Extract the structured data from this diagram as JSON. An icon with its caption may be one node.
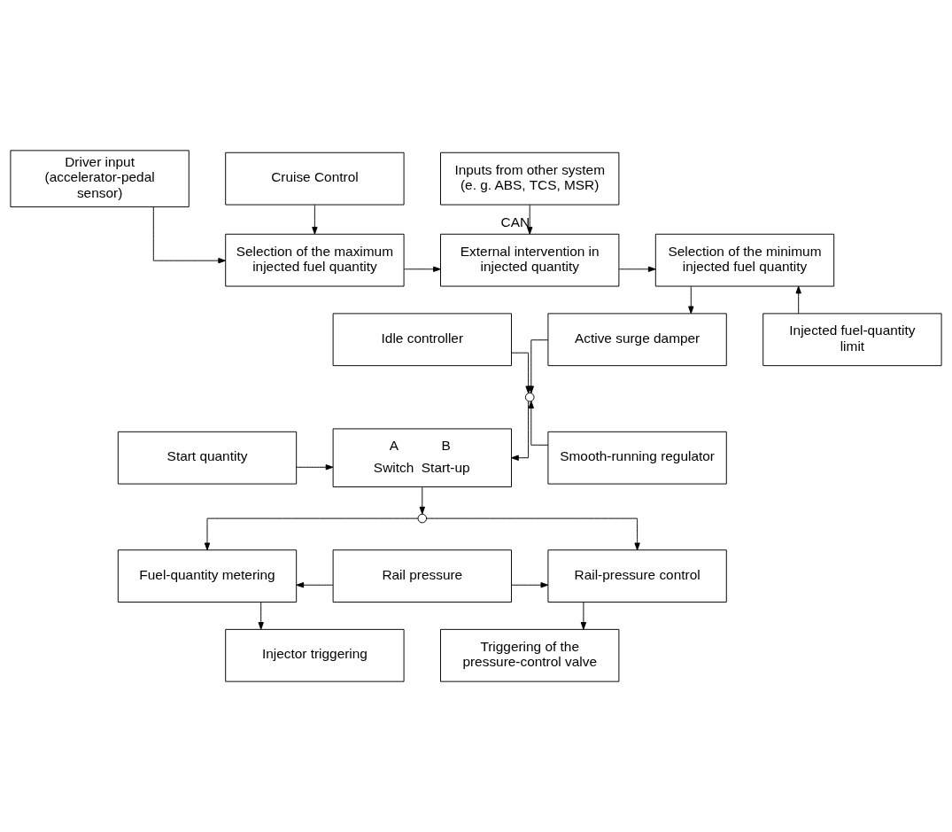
{
  "diagram": {
    "nodes": [
      {
        "text": [
          "Driver input (accelerator-pedal sensor)"
        ]
      },
      {
        "text": [
          "Cruise Control"
        ]
      },
      {
        "text": [
          "Inputs from other system (e. g. ABS, TCS, MSR)"
        ]
      },
      {
        "text": [
          "Selection of the maximum injected fuel quantity"
        ]
      },
      {
        "text": [
          "External intervention in injected quantity"
        ]
      },
      {
        "text": [
          "Selection of the minimum injected fuel quantity"
        ]
      },
      {
        "text": [
          "Idle controller"
        ]
      },
      {
        "text": [
          "Active surge damper"
        ]
      },
      {
        "text": [
          "Injected fuel-quantity limit"
        ]
      },
      {
        "text": [],
        "shape": "circle"
      },
      {
        "text": [
          "Start quantity"
        ]
      },
      {
        "text": [
          "A",
          "B",
          "Switch",
          "Start-up"
        ]
      },
      {
        "text": [
          "Smooth-running regulator"
        ]
      },
      {
        "text": [],
        "shape": "circle"
      },
      {
        "text": [
          "Fuel-quantity metering"
        ]
      },
      {
        "text": [
          "Rail pressure"
        ]
      },
      {
        "text": [
          "Rail-pressure control"
        ]
      },
      {
        "text": [
          "Injector triggering"
        ]
      },
      {
        "text": [
          "Triggering of the pressure-control valve"
        ]
      }
    ],
    "edges": [
      {
        "from": 0,
        "to": 3,
        "arrow": "to"
      },
      {
        "from": 1,
        "to": 3,
        "arrow": "to"
      },
      {
        "from": 2,
        "to": 4,
        "arrow": "to",
        "label": "CAN"
      },
      {
        "from": 3,
        "to": 4,
        "arrow": "to"
      },
      {
        "from": 4,
        "to": 5,
        "arrow": "to"
      },
      {
        "from": 5,
        "to": 7,
        "arrow": "to"
      },
      {
        "from": 8,
        "to": 5,
        "arrow": "to"
      },
      {
        "from": 6,
        "to": 9,
        "arrow": "to"
      },
      {
        "from": 7,
        "to": 9,
        "arrow": "to"
      },
      {
        "from": 12,
        "to": 9,
        "arrow": "to"
      },
      {
        "from": 9,
        "to": 11,
        "arrow": "to"
      },
      {
        "from": 10,
        "to": 11,
        "arrow": "to"
      },
      {
        "from": 11,
        "to": 13,
        "arrow": "to"
      },
      {
        "from": 13,
        "to": 14,
        "arrow": "to"
      },
      {
        "from": 13,
        "to": 16,
        "arrow": "to"
      },
      {
        "from": 15,
        "to": 14,
        "arrow": "to"
      },
      {
        "from": 15,
        "to": 16,
        "arrow": "to"
      },
      {
        "from": 14,
        "to": 17,
        "arrow": "to"
      },
      {
        "from": 16,
        "to": 18,
        "arrow": "to"
      }
    ]
  }
}
